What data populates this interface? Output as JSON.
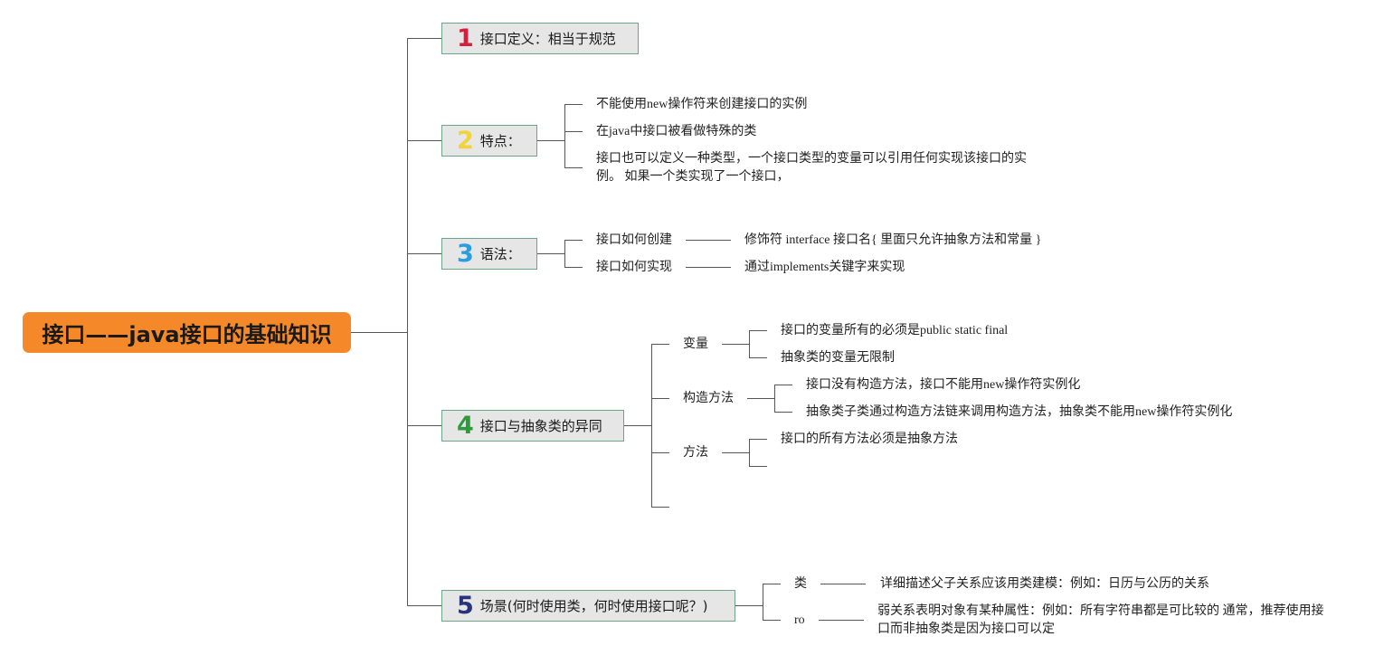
{
  "colors": {
    "root_fill": "#f5892a",
    "branch_fill": "#e6e6e6",
    "branch_border": "#6aa58c",
    "line": "#555555",
    "num1": "#d81e3c",
    "num2": "#f1d33b",
    "num3": "#2a9de0",
    "num4": "#2e9a3d",
    "num5": "#27337a"
  },
  "root": {
    "label": "接口——java接口的基础知识"
  },
  "b1": {
    "num": "1",
    "label": "接口定义：相当于规范"
  },
  "b2": {
    "num": "2",
    "label": "特点：",
    "items": [
      "不能使用new操作符来创建接口的实例",
      "在java中接口被看做特殊的类",
      "接口也可以定义一种类型，一个接口类型的变量可以引用任何实现该接口的实例。 如果一个类实现了一个接口，"
    ]
  },
  "b3": {
    "num": "3",
    "label": "语法：",
    "items": [
      {
        "label": "接口如何创建",
        "detail": "修饰符 interface 接口名{ 里面只允许抽象方法和常量 }"
      },
      {
        "label": "接口如何实现",
        "detail": "通过implements关键字来实现"
      }
    ]
  },
  "b4": {
    "num": "4",
    "label": "接口与抽象类的异同",
    "groups": [
      {
        "label": "变量",
        "items": [
          "接口的变量所有的必须是public static final",
          "抽象类的变量无限制"
        ]
      },
      {
        "label": "构造方法",
        "items": [
          "接口没有构造方法，接口不能用new操作符实例化",
          "抽象类子类通过构造方法链来调用构造方法，抽象类不能用new操作符实例化"
        ]
      },
      {
        "label": "方法",
        "items": [
          "接口的所有方法必须是抽象方法"
        ]
      }
    ]
  },
  "b5": {
    "num": "5",
    "label": "场景(何时使用类，何时使用接口呢？)",
    "items": [
      {
        "label": "类",
        "detail": "详细描述父子关系应该用类建模：例如：日历与公历的关系"
      },
      {
        "label": "ro",
        "detail": "弱关系表明对象有某种属性：例如：所有字符串都是可比较的 通常，推荐使用接口而非抽象类是因为接口可以定"
      }
    ]
  }
}
